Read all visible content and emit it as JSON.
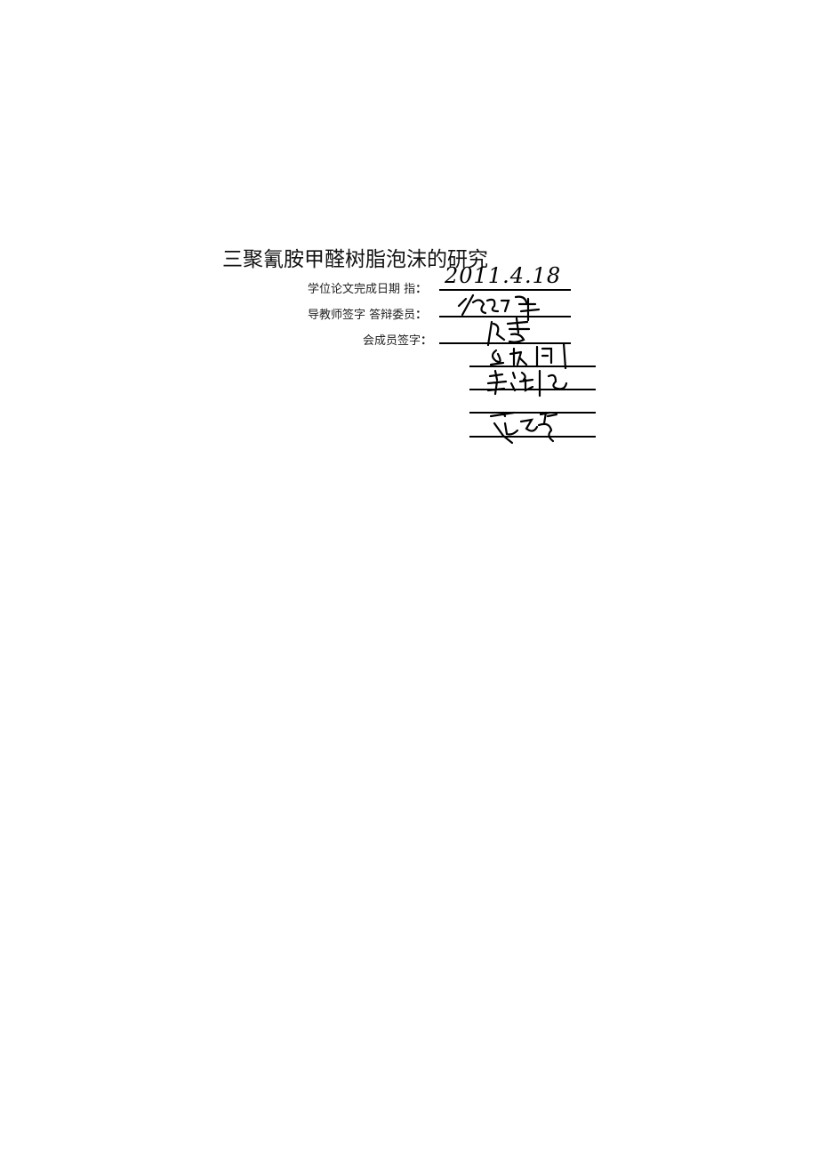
{
  "document": {
    "title": "三聚氰胺甲醛树脂泡沫的研究",
    "fields": [
      {
        "label": "学位论文完成日期",
        "suffix": "指",
        "value": "2011.4.18"
      },
      {
        "label": "导教师签字",
        "suffix": "答辩委员",
        "value": "[handwritten signature]"
      },
      {
        "label": "会成员签字",
        "suffix": "",
        "value": "[handwritten signatures]"
      }
    ],
    "colon": "："
  }
}
